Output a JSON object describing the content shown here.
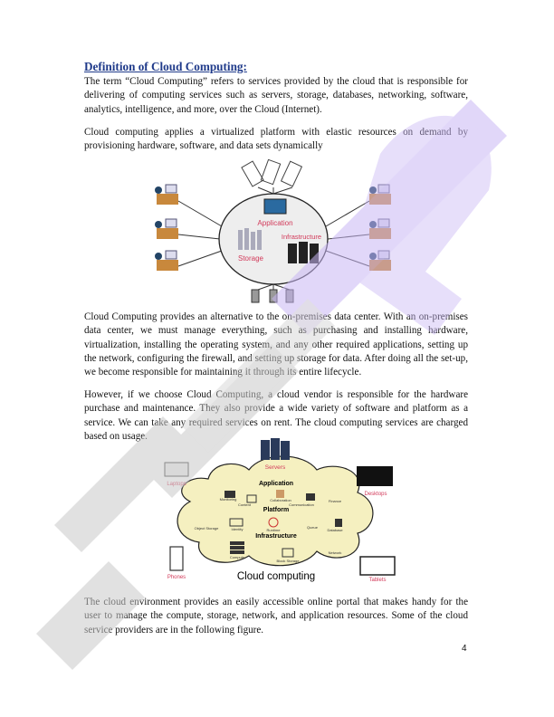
{
  "heading": "Definition of Cloud Computing:",
  "paragraphs": [
    "The term “Cloud Computing” refers to services provided by the cloud that is responsible for delivering of computing services such as servers, storage, databases, networking, software, analytics, intelligence, and more, over the Cloud (Internet).",
    "Cloud computing applies a virtualized platform with elastic resources on demand by provisioning hardware, software, and data sets dynamically",
    "Cloud Computing provides an alternative to the on-premises data center. With an on-premises data center, we must manage everything, such as purchasing and installing hardware, virtualization, installing the operating system, and any other required applications, setting up the network, configuring the firewall, and setting up storage for data. After doing all the set-up, we become responsible for maintaining it through its entire lifecycle.",
    "However, if we choose Cloud Computing, a cloud vendor is responsible for the hardware purchase and maintenance. They also provide a wide variety of software and platform as a service. We can take any required services on rent. The cloud computing services are charged based on usage.",
    "The cloud environment provides an easily accessible online portal that makes handy for the user to manage the compute, storage, network, and application resources. Some of the cloud service providers are in the following figure."
  ],
  "figure1": {
    "labels": {
      "application": "Application",
      "infrastructure": "Infrastructure",
      "storage": "Storage"
    }
  },
  "figure2": {
    "title": "Cloud computing",
    "devices": {
      "servers": "Servers",
      "laptops": "Laptops",
      "desktops": "Desktops",
      "phones": "Phones",
      "tablets": "Tablets"
    },
    "layers": {
      "application": "Application",
      "platform": "Platform",
      "infrastructure": "Infrastructure"
    },
    "items": {
      "monitoring": "Monitoring",
      "content": "Content",
      "collaboration": "Collaboration",
      "communication": "Communication",
      "finance": "Finance",
      "object_storage": "Object Storage",
      "identity": "Identity",
      "runtime": "Runtime",
      "queue": "Queue",
      "database": "Database",
      "compute": "Compute",
      "block_storage": "Block Storage",
      "network": "Network"
    }
  },
  "page_number": "4",
  "colors": {
    "heading": "#1f3a8a",
    "watermark_purple": "#c9b6f5",
    "watermark_grey": "#c8c8c8",
    "label_red": "#d23a5a"
  }
}
